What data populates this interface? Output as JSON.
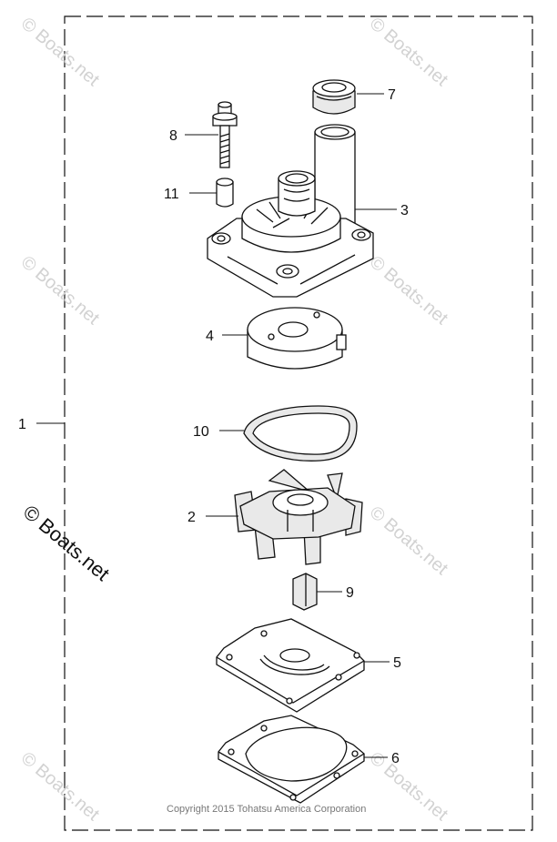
{
  "diagram": {
    "copyright": "Copyright 2015 Tohatsu America Corporation",
    "watermark": "© Boats.net",
    "callouts": [
      {
        "id": "1",
        "label": "1"
      },
      {
        "id": "2",
        "label": "2"
      },
      {
        "id": "3",
        "label": "3"
      },
      {
        "id": "4",
        "label": "4"
      },
      {
        "id": "5",
        "label": "5"
      },
      {
        "id": "6",
        "label": "6"
      },
      {
        "id": "7",
        "label": "7"
      },
      {
        "id": "8",
        "label": "8"
      },
      {
        "id": "9",
        "label": "9"
      },
      {
        "id": "10",
        "label": "10"
      },
      {
        "id": "11",
        "label": "11"
      }
    ]
  }
}
